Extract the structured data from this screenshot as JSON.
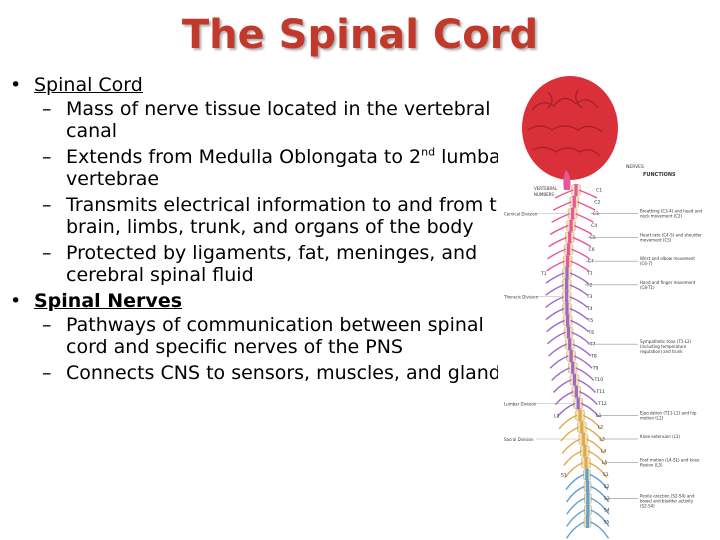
{
  "slide": {
    "title": "The Spinal Cord",
    "bullets": [
      {
        "label": "Spinal Cord",
        "bold": false,
        "sub": [
          {
            "text": "Mass of nerve tissue located in the vertebral canal"
          },
          {
            "text": "Extends from Medulla Oblongata to 2",
            "sup": "nd",
            "after": " lumbar vertebrae"
          },
          {
            "text": "Transmits electrical information to and from the brain, limbs, trunk, and organs of the body"
          },
          {
            "text": "Protected by ligaments, fat, meninges, and cerebral spinal fluid"
          }
        ]
      },
      {
        "label": "Spinal Nerves",
        "bold": true,
        "sub": [
          {
            "text": "Pathways of communication between spinal cord and specific nerves of the PNS"
          },
          {
            "text": "Connects CNS to sensors, muscles, and glands"
          }
        ]
      }
    ],
    "bullet_char": "•",
    "dash_char": "–"
  },
  "figure": {
    "headers": {
      "nerves": "NERVES",
      "functions": "FUNCTIONS",
      "vertebral": "VERTEBRAL",
      "numbers": "NUMBERS"
    },
    "divisions": [
      "Cervical Division",
      "Thoracic Division",
      "Lumbar Division",
      "Sacral Division"
    ],
    "vertebra_labels": [
      "C1",
      "C2",
      "C3",
      "C4",
      "C5",
      "C6",
      "C7",
      "T1",
      "T2",
      "T3",
      "T4",
      "T5",
      "T6",
      "T7",
      "T8",
      "T9",
      "T10",
      "T11",
      "T12",
      "L1",
      "L2",
      "L3",
      "L4",
      "L5",
      "S1",
      "S2",
      "S3",
      "S4",
      "S5"
    ],
    "side_labels": [
      "T1",
      "L1",
      "S1"
    ],
    "functions": [
      "Breathing (C3-4) and head and neck movement (C2)",
      "Heart rate (C4-5) and shoulder movement (C5)",
      "Wrist and elbow movement (C6-7)",
      "Hand and finger movement (C8-T1)",
      "Sympathetic tone (T1-L2) (including temperature regulation) and trunk stability (T2-12)",
      "Ejaculation (T11-L2) and hip motion (L2)",
      "Knee extension (L3)",
      "Foot motion (L4-S1) and knee flexion (L5)",
      "Penile erection (S2-S4) and bowel and bladder activity (S2-S4)"
    ],
    "colors": {
      "brain": "#d9303a",
      "cervical": "#e8559a",
      "thoracic": "#a067c7",
      "lumbar": "#e0a94a",
      "sacral": "#5ea0d6",
      "bone": "#f1e2b8"
    }
  }
}
